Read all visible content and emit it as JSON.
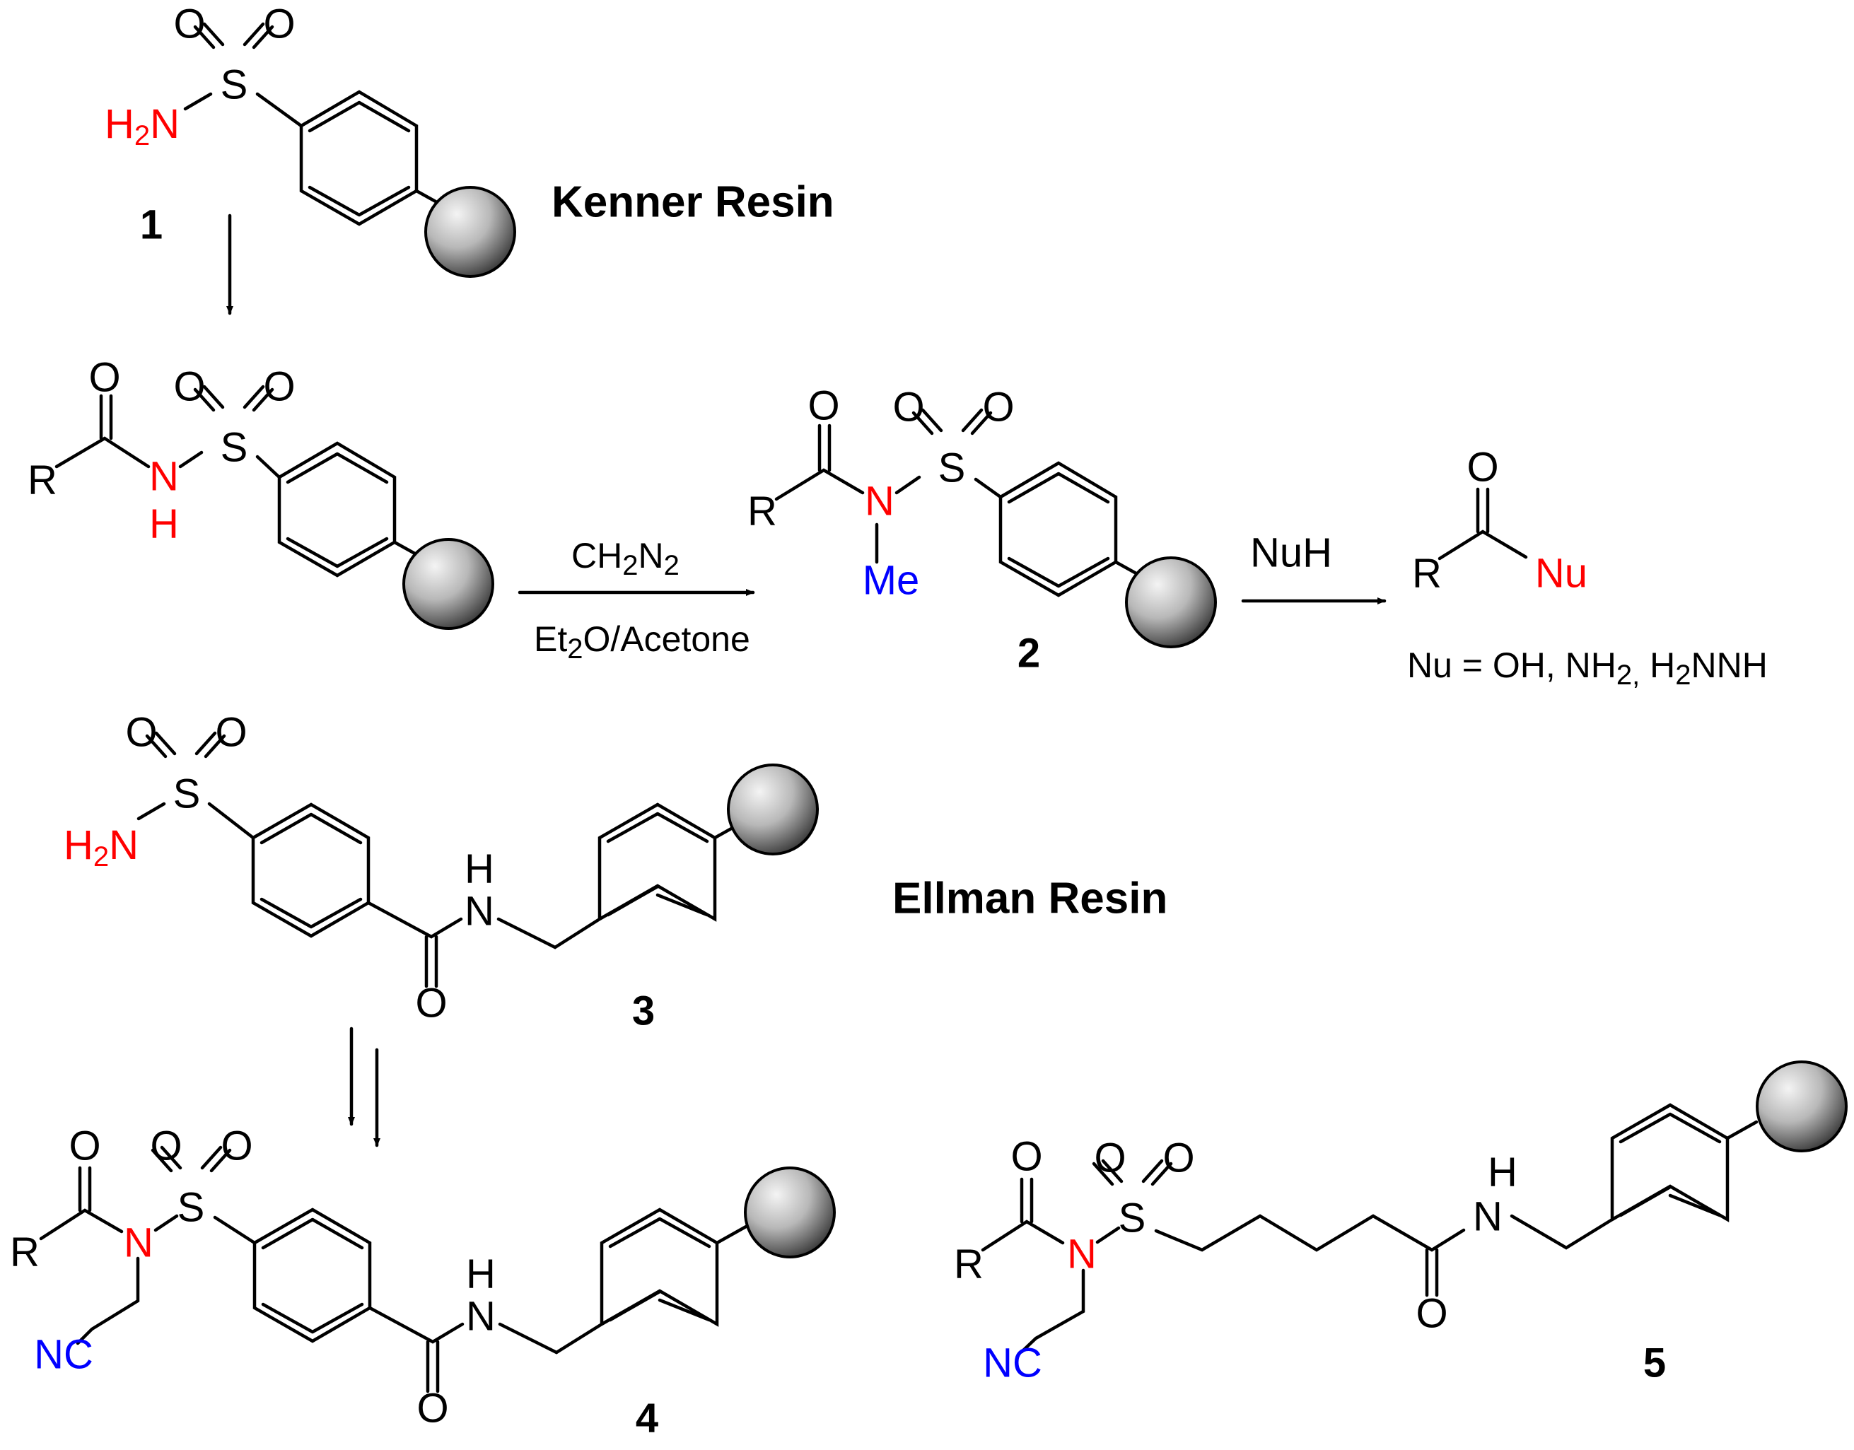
{
  "colors": {
    "bond": "#000000",
    "hetero_red": "#ff0000",
    "hetero_blue": "#0000ff",
    "bead_light": "#f4f4f4",
    "bead_dark": "#3a3a3a"
  },
  "labels": {
    "kenner_resin": "Kenner Resin",
    "ellman_resin": "Ellman Resin",
    "n1": "1",
    "n2": "2",
    "n3": "3",
    "n4": "4",
    "n5": "5"
  },
  "atoms": {
    "O": "O",
    "S": "S",
    "N": "N",
    "H": "H",
    "R": "R",
    "H2": "H",
    "sub2": "2",
    "Me": "Me",
    "NC": "NC",
    "Nu": "Nu"
  },
  "reagents": {
    "ch2n2_a": "CH",
    "ch2n2_b": "2",
    "ch2n2_c": "N",
    "ch2n2_d": "2",
    "solvent_a": "Et",
    "solvent_b": "2",
    "solvent_c": "O/Acetone",
    "nuh": "NuH"
  },
  "nu_note": {
    "a": "Nu = OH, NH",
    "b": "2,",
    "c": " H",
    "d": "2",
    "e": "NNH"
  }
}
